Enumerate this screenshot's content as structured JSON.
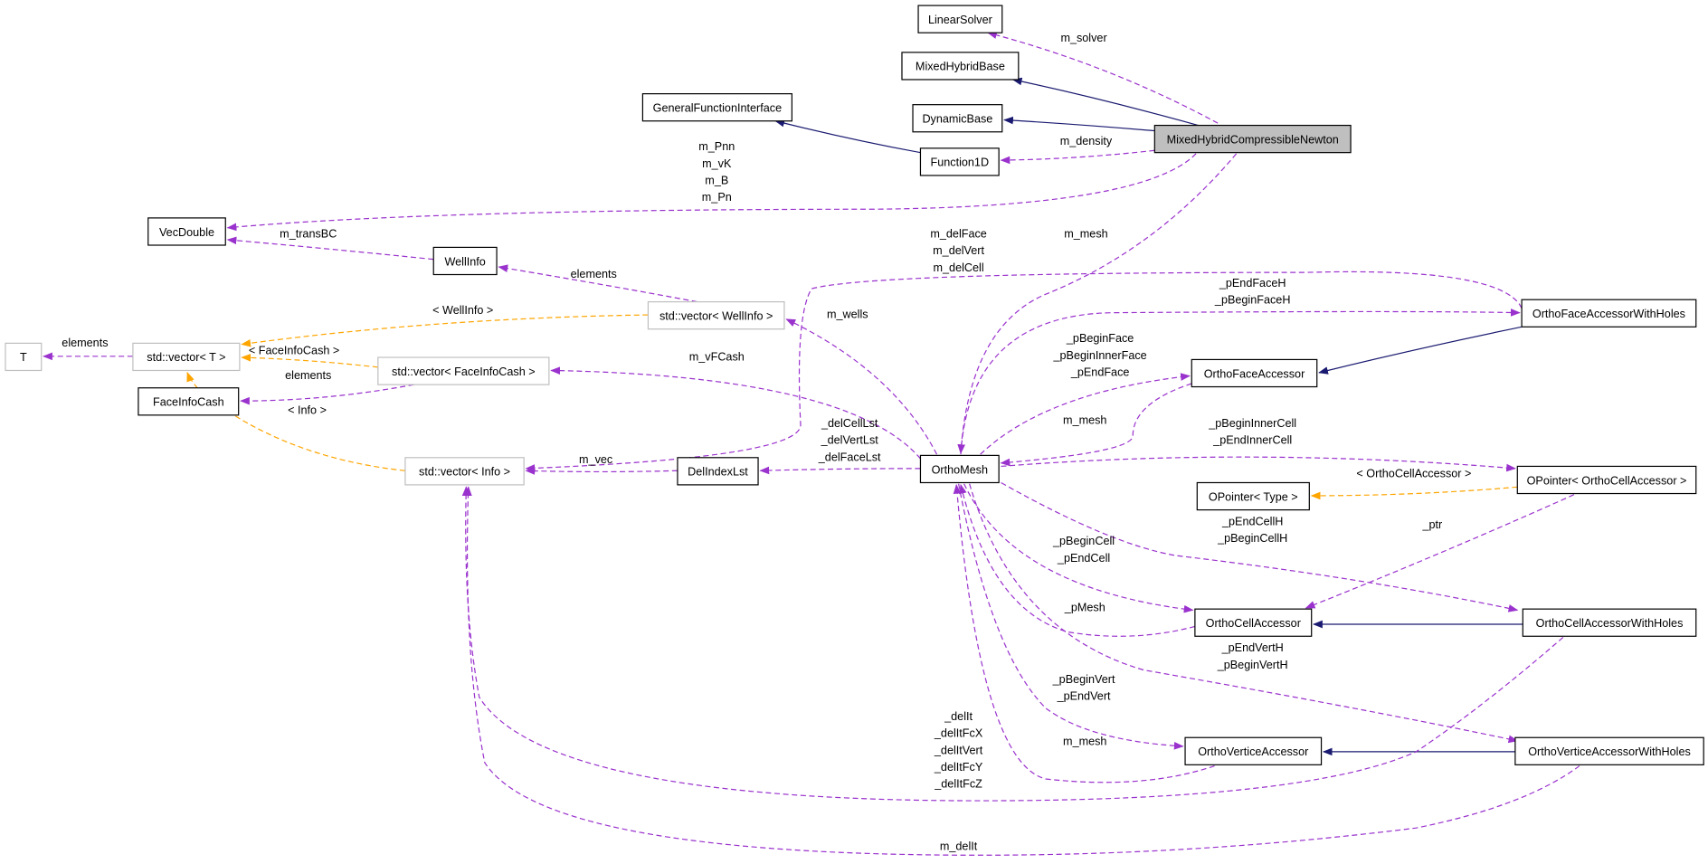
{
  "nodes": {
    "linearsolver": "LinearSolver",
    "mixedhybridbase": "MixedHybridBase",
    "generalfunctioninterface": "GeneralFunctionInterface",
    "dynamicbase": "DynamicBase",
    "mhcn": "MixedHybridCompressibleNewton",
    "function1d": "Function1D",
    "vecdouble": "VecDouble",
    "wellinfo": "WellInfo",
    "vec_wellinfo": "std::vector< WellInfo >",
    "t": "T",
    "vec_t": "std::vector< T >",
    "vec_faceinfocash": "std::vector< FaceInfoCash >",
    "faceinfocash": "FaceInfoCash",
    "vec_info": "std::vector< Info >",
    "delindexlst": "DelIndexLst",
    "orthomesh": "OrthoMesh",
    "ofawh": "OrthoFaceAccessorWithHoles",
    "ofa": "OrthoFaceAccessor",
    "opointer_oca": "OPointer< OrthoCellAccessor >",
    "opointer_type": "OPointer< Type >",
    "oca": "OrthoCellAccessor",
    "ocawh": "OrthoCellAccessorWithHoles",
    "ova": "OrthoVerticeAccessor",
    "ovawh": "OrthoVerticeAccessorWithHoles"
  },
  "edge_labels": [
    [
      "m_solver"
    ],
    [
      "m_density"
    ],
    [
      "m_Pnn",
      "m_vK",
      "m_B",
      "m_Pn"
    ],
    [
      "m_transBC"
    ],
    [
      "m_mesh"
    ],
    [
      "elements"
    ],
    [
      "< WellInfo >"
    ],
    [
      "elements"
    ],
    [
      "< FaceInfoCash >"
    ],
    [
      "elements"
    ],
    [
      "< Info >"
    ],
    [
      "m_delFace",
      "m_delVert",
      "m_delCell"
    ],
    [
      "m_wells"
    ],
    [
      "m_vFCash"
    ],
    [
      "_delCellLst",
      "_delVertLst",
      "_delFaceLst"
    ],
    [
      "m_vec"
    ],
    [
      "_pEndFaceH",
      "_pBeginFaceH"
    ],
    [
      "_pBeginFace",
      "_pBeginInnerFace",
      "_pEndFace"
    ],
    [
      "m_mesh"
    ],
    [
      "_pBeginInnerCell",
      "_pEndInnerCell"
    ],
    [
      "< OrthoCellAccessor >"
    ],
    [
      "_ptr"
    ],
    [
      "_pEndCellH",
      "_pBeginCellH"
    ],
    [
      "_pBeginCell",
      "_pEndCell"
    ],
    [
      "_pMesh"
    ],
    [
      "_pEndVertH",
      "_pBeginVertH"
    ],
    [
      "_pBeginVert",
      "_pEndVert"
    ],
    [
      "m_mesh"
    ],
    [
      "_delIt",
      "_delItFcX",
      "_delItVert",
      "_delItFcY",
      "_delItFcZ"
    ],
    [
      "m_delIt"
    ]
  ],
  "colors": {
    "inheritance": "#191970",
    "usage": "#9a32cd",
    "template": "#ffa500",
    "highlight": "#bfbfbf"
  }
}
